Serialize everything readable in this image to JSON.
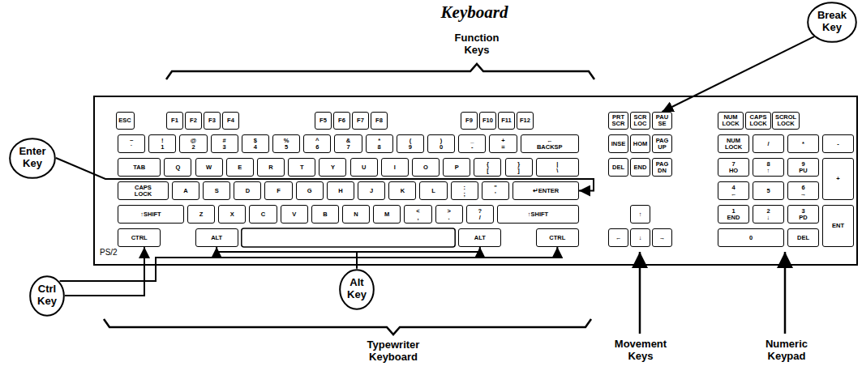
{
  "diagram": {
    "title": "Keyboard",
    "nodes": [
      {
        "text": [
          "PS/2"
        ]
      },
      {
        "text": [
          "ESC"
        ],
        "in": 0
      },
      {
        "text": [
          "F1"
        ],
        "in": 0
      },
      {
        "text": [
          "F2"
        ],
        "in": 0
      },
      {
        "text": [
          "F3"
        ],
        "in": 0
      },
      {
        "text": [
          "F4"
        ],
        "in": 0
      },
      {
        "text": [
          "F5"
        ],
        "in": 0
      },
      {
        "text": [
          "F6"
        ],
        "in": 0
      },
      {
        "text": [
          "F7"
        ],
        "in": 0
      },
      {
        "text": [
          "F8"
        ],
        "in": 0
      },
      {
        "text": [
          "F9"
        ],
        "in": 0
      },
      {
        "text": [
          "F10"
        ],
        "in": 0
      },
      {
        "text": [
          "F11"
        ],
        "in": 0
      },
      {
        "text": [
          "F12"
        ],
        "in": 0
      },
      {
        "text": [
          "PRT SCR"
        ],
        "in": 0
      },
      {
        "text": [
          "SCR LOC"
        ],
        "in": 0
      },
      {
        "text": [
          "PAU SE"
        ],
        "in": 0
      },
      {
        "text": [
          "NUM LOCK"
        ],
        "in": 0
      },
      {
        "text": [
          "CAPS LOCK"
        ],
        "in": 0
      },
      {
        "text": [
          "SCROL LOCK"
        ],
        "in": 0
      },
      {
        "text": [
          "~ `"
        ],
        "in": 0
      },
      {
        "text": [
          "! 1"
        ],
        "in": 0
      },
      {
        "text": [
          "@ 2"
        ],
        "in": 0
      },
      {
        "text": [
          "# 3"
        ],
        "in": 0
      },
      {
        "text": [
          "$ 4"
        ],
        "in": 0
      },
      {
        "text": [
          "% 5"
        ],
        "in": 0
      },
      {
        "text": [
          "^ 6"
        ],
        "in": 0
      },
      {
        "text": [
          "& 7"
        ],
        "in": 0
      },
      {
        "text": [
          "* 8"
        ],
        "in": 0
      },
      {
        "text": [
          "( 9"
        ],
        "in": 0
      },
      {
        "text": [
          ") 0"
        ],
        "in": 0
      },
      {
        "text": [
          "_ -"
        ],
        "in": 0
      },
      {
        "text": [
          "+ ="
        ],
        "in": 0
      },
      {
        "text": [
          "← BACKSP"
        ],
        "in": 0
      },
      {
        "text": [
          "INSE"
        ],
        "in": 0
      },
      {
        "text": [
          "HOM"
        ],
        "in": 0
      },
      {
        "text": [
          "PAG UP"
        ],
        "in": 0
      },
      {
        "text": [
          "NUM LOCK"
        ],
        "in": 0
      },
      {
        "text": [
          "/"
        ],
        "in": 0
      },
      {
        "text": [
          "*"
        ],
        "in": 0
      },
      {
        "text": [
          "-"
        ],
        "in": 0
      },
      {
        "text": [
          "TAB"
        ],
        "in": 0
      },
      {
        "text": [
          "Q"
        ],
        "in": 0
      },
      {
        "text": [
          "W"
        ],
        "in": 0
      },
      {
        "text": [
          "E"
        ],
        "in": 0
      },
      {
        "text": [
          "R"
        ],
        "in": 0
      },
      {
        "text": [
          "T"
        ],
        "in": 0
      },
      {
        "text": [
          "Y"
        ],
        "in": 0
      },
      {
        "text": [
          "U"
        ],
        "in": 0
      },
      {
        "text": [
          "I"
        ],
        "in": 0
      },
      {
        "text": [
          "O"
        ],
        "in": 0
      },
      {
        "text": [
          "P"
        ],
        "in": 0
      },
      {
        "text": [
          "{ ["
        ],
        "in": 0
      },
      {
        "text": [
          "} ]"
        ],
        "in": 0
      },
      {
        "text": [
          "| \\"
        ],
        "in": 0
      },
      {
        "text": [
          "DEL"
        ],
        "in": 0
      },
      {
        "text": [
          "END"
        ],
        "in": 0
      },
      {
        "text": [
          "PAG DN"
        ],
        "in": 0
      },
      {
        "text": [
          "7 HO"
        ],
        "in": 0
      },
      {
        "text": [
          "8 ↑"
        ],
        "in": 0
      },
      {
        "text": [
          "9 PU"
        ],
        "in": 0
      },
      {
        "text": [
          "+"
        ],
        "in": 0
      },
      {
        "text": [
          "CAPS LOCK"
        ],
        "in": 0
      },
      {
        "text": [
          "A"
        ],
        "in": 0
      },
      {
        "text": [
          "S"
        ],
        "in": 0
      },
      {
        "text": [
          "D"
        ],
        "in": 0
      },
      {
        "text": [
          "F"
        ],
        "in": 0
      },
      {
        "text": [
          "G"
        ],
        "in": 0
      },
      {
        "text": [
          "H"
        ],
        "in": 0
      },
      {
        "text": [
          "J"
        ],
        "in": 0
      },
      {
        "text": [
          "K"
        ],
        "in": 0
      },
      {
        "text": [
          "L"
        ],
        "in": 0
      },
      {
        "text": [
          ": ;"
        ],
        "in": 0
      },
      {
        "text": [
          "\" '"
        ],
        "in": 0
      },
      {
        "text": [
          "↵ENTER"
        ],
        "in": 0
      },
      {
        "text": [
          "4 ←"
        ],
        "in": 0
      },
      {
        "text": [
          "5"
        ],
        "in": 0
      },
      {
        "text": [
          "6 →"
        ],
        "in": 0
      },
      {
        "text": [
          "↑SHIFT"
        ],
        "in": 0
      },
      {
        "text": [
          "Z"
        ],
        "in": 0
      },
      {
        "text": [
          "X"
        ],
        "in": 0
      },
      {
        "text": [
          "C"
        ],
        "in": 0
      },
      {
        "text": [
          "V"
        ],
        "in": 0
      },
      {
        "text": [
          "B"
        ],
        "in": 0
      },
      {
        "text": [
          "N"
        ],
        "in": 0
      },
      {
        "text": [
          "M"
        ],
        "in": 0
      },
      {
        "text": [
          "< ,"
        ],
        "in": 0
      },
      {
        "text": [
          "> ."
        ],
        "in": 0
      },
      {
        "text": [
          "? /"
        ],
        "in": 0
      },
      {
        "text": [
          "↑SHIFT"
        ],
        "in": 0
      },
      {
        "text": [
          "↑"
        ],
        "in": 0
      },
      {
        "text": [
          "1 END"
        ],
        "in": 0
      },
      {
        "text": [
          "2 ↓"
        ],
        "in": 0
      },
      {
        "text": [
          "3 PD"
        ],
        "in": 0
      },
      {
        "text": [
          "ENT"
        ],
        "in": 0
      },
      {
        "text": [
          "CTRL"
        ],
        "in": 0
      },
      {
        "text": [
          "ALT"
        ],
        "in": 0
      },
      {
        "text": [
          "ALT"
        ],
        "in": 0
      },
      {
        "text": [
          "CTRL"
        ],
        "in": 0
      },
      {
        "text": [
          "←"
        ],
        "in": 0
      },
      {
        "text": [
          "↓"
        ],
        "in": 0
      },
      {
        "text": [
          "→"
        ],
        "in": 0
      },
      {
        "text": [
          "0"
        ],
        "in": 0
      },
      {
        "text": [
          "DEL"
        ],
        "in": 0
      },
      {
        "text": [
          "Break Key"
        ]
      },
      {
        "text": [
          "Enter Key"
        ]
      },
      {
        "text": [
          "Ctrl Key"
        ]
      },
      {
        "text": [
          "Alt Key"
        ]
      }
    ],
    "edges": [
      {
        "from": 104,
        "to": 16,
        "arrow": "to"
      },
      {
        "from": 105,
        "to": 74,
        "arrow": "to"
      },
      {
        "from": 106,
        "to": 95,
        "arrow": "to"
      },
      {
        "from": 106,
        "to": 98,
        "arrow": "to"
      },
      {
        "from": 107,
        "to": 96,
        "arrow": "to"
      },
      {
        "from": 107,
        "to": 97,
        "arrow": "to"
      }
    ],
    "labels": [
      "Function Keys",
      "Typewriter Keyboard",
      "Movement Keys",
      "Numeric Keypad"
    ]
  }
}
